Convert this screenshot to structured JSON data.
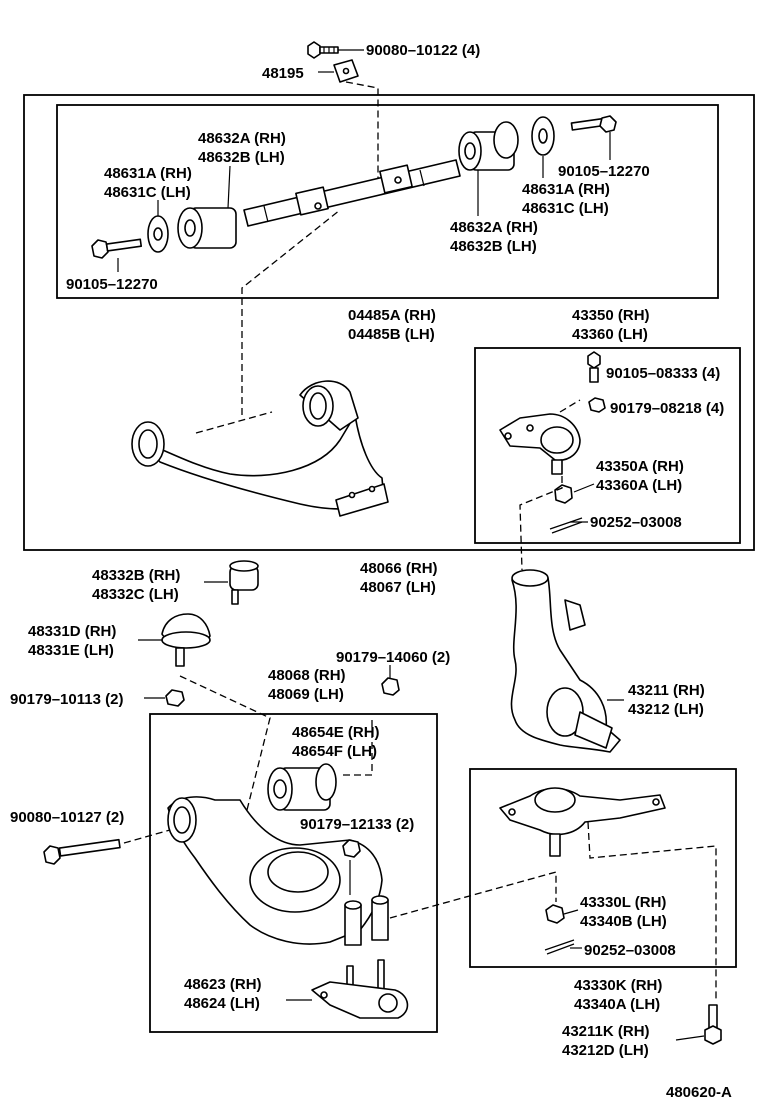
{
  "diagram_id": "480620-A",
  "labels": {
    "bolt_90080_10122": "90080–10122 (4)",
    "plate_48195": "48195",
    "bushing_48632_upper_left_a": "48632A (RH)",
    "bushing_48632_upper_left_b": "48632B (LH)",
    "washer_48631_left_a": "48631A (RH)",
    "washer_48631_left_b": "48631C (LH)",
    "bolt_90105_12270_left": "90105–12270",
    "bolt_90105_12270_right": "90105–12270",
    "washer_48631_right_a": "48631A (RH)",
    "washer_48631_right_b": "48631C (LH)",
    "bushing_48632_right_a": "48632A (RH)",
    "bushing_48632_right_b": "48632B (LH)",
    "shaft_04485_a": "04485A (RH)",
    "shaft_04485_b": "04485B (LH)",
    "balljoint_43350": "43350 (RH)",
    "balljoint_43360": "43360 (LH)",
    "bolt_90105_08333": "90105–08333 (4)",
    "nut_90179_08218": "90179–08218 (4)",
    "nut_43350a": "43350A (RH)",
    "nut_43360a": "43360A (LH)",
    "pin_90252_03008_upper": "90252–03008",
    "arm_48066": "48066 (RH)",
    "arm_48067": "48067 (LH)",
    "stopper_48332b": "48332B (RH)",
    "stopper_48332c": "48332C (LH)",
    "bumper_48331d": "48331D (RH)",
    "bumper_48331e": "48331E (LH)",
    "nut_90179_10113": "90179–10113 (2)",
    "nut_90179_14060": "90179–14060 (2)",
    "arm_48068": "48068 (RH)",
    "arm_48069": "48069 (LH)",
    "bushing_48654e": "48654E (RH)",
    "bushing_48654f": "48654F (LH)",
    "bolt_90080_10127": "90080–10127 (2)",
    "nut_90179_12133": "90179–12133 (2)",
    "knuckle_43211": "43211 (RH)",
    "knuckle_43212": "43212 (LH)",
    "nut_43330l": "43330L (RH)",
    "nut_43340b": "43340B (LH)",
    "pin_90252_03008_lower": "90252–03008",
    "balljoint_43330k": "43330K (RH)",
    "balljoint_43340a": "43340A (LH)",
    "bracket_48623": "48623 (RH)",
    "bracket_48624": "48624 (LH)",
    "bolt_43211k": "43211K (RH)",
    "bolt_43212d": "43212D (LH)"
  }
}
